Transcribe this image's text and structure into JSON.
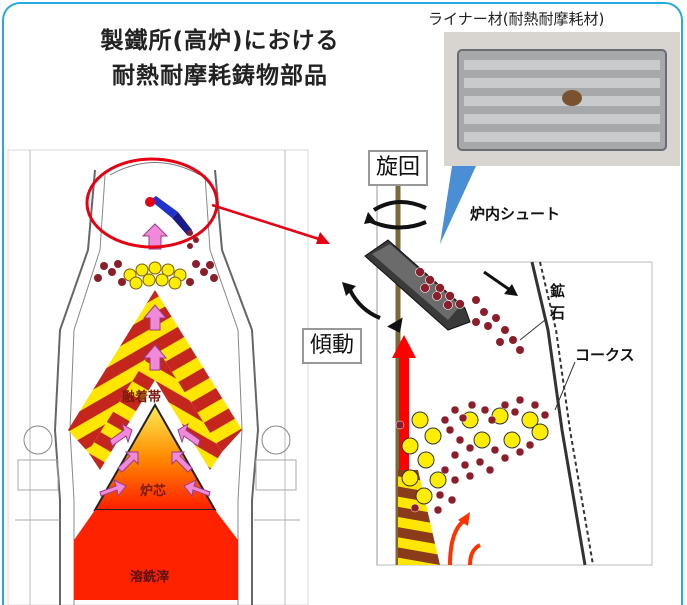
{
  "title_line1": "製鐵所(高炉)における",
  "title_line2": "耐熱耐摩耗鋳物部品",
  "photo_caption": "ライナー材(耐熱耐摩耗材)",
  "label_rotation": "旋回",
  "label_tilt": "傾動",
  "label_chute": "炉内シュート",
  "label_ore_1": "鉱",
  "label_ore_2": "石",
  "label_coke": "コークス",
  "furnace_labels": {
    "cohesive_zone": "融着帯",
    "hearth": "炉芯",
    "molten_iron": "溶銑滓"
  },
  "colors": {
    "frame_blue": "#27a9e1",
    "highlight_red": "#e60012",
    "stripe_yellow": "#ffe600",
    "stripe_red": "#c4261d",
    "pink_arrow": "#f08ad8",
    "hearth_gradient_top": "#ffe84d",
    "hearth_gradient_bottom": "#ff2d00",
    "ore_brown": "#8b1e2a",
    "coke_yellow": "#ffee00"
  }
}
